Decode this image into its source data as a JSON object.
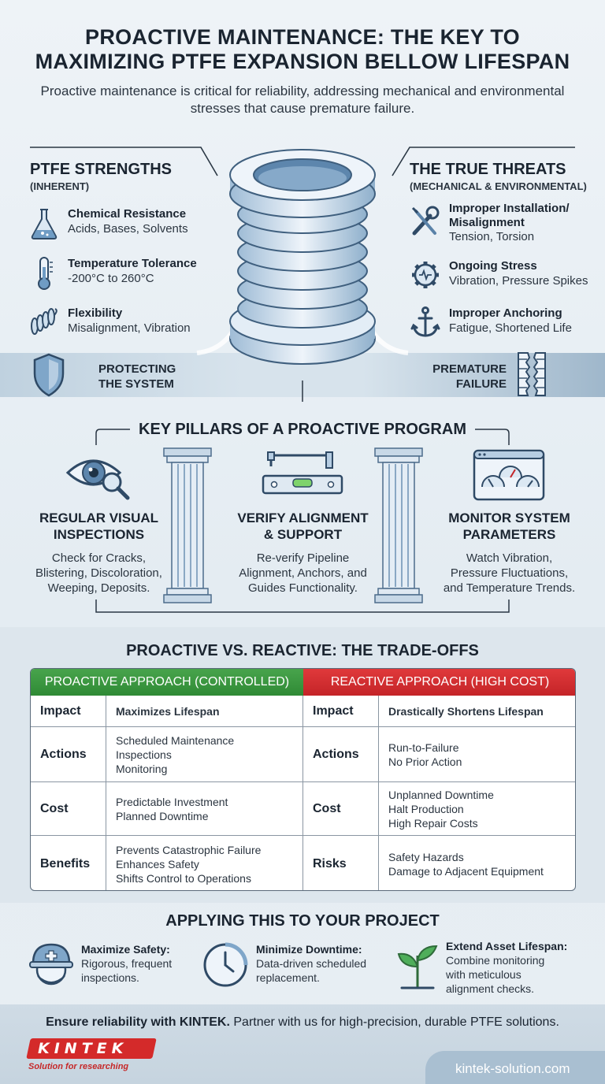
{
  "header": {
    "title_line1": "PROACTIVE MAINTENANCE: THE KEY TO",
    "title_line2": "MAXIMIZING PTFE EXPANSION BELLOW LIFESPAN",
    "subtitle": "Proactive maintenance is critical for reliability, addressing mechanical and environmental stresses that cause premature failure."
  },
  "strengths": {
    "heading": "PTFE STRENGTHS",
    "subheading": "(INHERENT)",
    "items": [
      {
        "title": "Chemical Resistance",
        "desc": "Acids, Bases, Solvents",
        "icon": "flask-icon"
      },
      {
        "title": "Temperature Tolerance",
        "desc": "-200°C to 260°C",
        "icon": "thermometer-icon"
      },
      {
        "title": "Flexibility",
        "desc": "Misalignment, Vibration",
        "icon": "spring-icon"
      }
    ],
    "band_label_line1": "PROTECTING",
    "band_label_line2": "THE SYSTEM"
  },
  "threats": {
    "heading": "THE TRUE THREATS",
    "subheading": "(MECHANICAL & ENVIRONMENTAL)",
    "items": [
      {
        "title_line1": "Improper Installation/",
        "title_line2": "Misalignment",
        "desc": "Tension, Torsion",
        "icon": "wrench-screwdriver-icon"
      },
      {
        "title": "Ongoing Stress",
        "desc": "Vibration, Pressure Spikes",
        "icon": "gear-icon"
      },
      {
        "title": "Improper Anchoring",
        "desc": "Fatigue, Shortened Life",
        "icon": "anchor-icon"
      }
    ],
    "band_label_line1": "PREMATURE",
    "band_label_line2": "FAILURE"
  },
  "pillars": {
    "title": "KEY PILLARS OF A PROACTIVE PROGRAM",
    "items": [
      {
        "h1": "REGULAR VISUAL",
        "h2": "INSPECTIONS",
        "b1": "Check for Cracks,",
        "b2": "Blistering, Discoloration,",
        "b3": "Weeping, Deposits.",
        "icon": "eye-magnifier-icon"
      },
      {
        "h1": "VERIFY ALIGNMENT",
        "h2": "& SUPPORT",
        "b1": "Re-verify Pipeline",
        "b2": "Alignment, Anchors, and",
        "b3": "Guides Functionality.",
        "icon": "level-icon"
      },
      {
        "h1": "MONITOR SYSTEM",
        "h2": "PARAMETERS",
        "b1": "Watch Vibration,",
        "b2": "Pressure Fluctuations,",
        "b3": "and Temperature Trends.",
        "icon": "gauges-icon"
      }
    ]
  },
  "tradeoffs": {
    "title": "PROACTIVE VS. REACTIVE: THE TRADE-OFFS",
    "proactive_header": "PROACTIVE APPROACH (CONTROLLED)",
    "reactive_header": "REACTIVE APPROACH (HIGH COST)",
    "proactive_rows": [
      {
        "key": "Impact",
        "lines": [
          "Maximizes Lifespan"
        ]
      },
      {
        "key": "Actions",
        "lines": [
          "Scheduled Maintenance",
          "Inspections",
          "Monitoring"
        ]
      },
      {
        "key": "Cost",
        "lines": [
          "Predictable Investment",
          "Planned Downtime"
        ]
      },
      {
        "key": "Benefits",
        "lines": [
          "Prevents Catastrophic Failure",
          "Enhances Safety",
          "Shifts Control to Operations"
        ]
      }
    ],
    "reactive_rows": [
      {
        "key": "Impact",
        "lines": [
          "Drastically Shortens Lifespan"
        ]
      },
      {
        "key": "Actions",
        "lines": [
          "Run-to-Failure",
          "No Prior Action"
        ]
      },
      {
        "key": "Cost",
        "lines": [
          "Unplanned Downtime",
          "Halt Production",
          "High Repair Costs"
        ]
      },
      {
        "key": "Risks",
        "lines": [
          "Safety Hazards",
          "Damage to Adjacent Equipment"
        ]
      }
    ],
    "colors": {
      "proactive": "#3a9a40",
      "reactive": "#d32f2f"
    }
  },
  "applying": {
    "title": "APPLYING THIS TO YOUR PROJECT",
    "items": [
      {
        "heading": "Maximize Safety:",
        "b1": "Rigorous, frequent",
        "b2": "inspections.",
        "icon": "hardhat-icon"
      },
      {
        "heading": "Minimize Downtime:",
        "b1": "Data-driven scheduled",
        "b2": "replacement.",
        "icon": "clock-icon"
      },
      {
        "heading": "Extend Asset Lifespan:",
        "b1": "Combine monitoring",
        "b2": "with meticulous",
        "b3": "alignment checks.",
        "icon": "sprout-icon"
      }
    ]
  },
  "footer": {
    "bold": "Ensure reliability with KINTEK.",
    "rest": " Partner with us for high-precision, durable PTFE solutions.",
    "logo": "KINTEK",
    "tagline": "Solution for researching",
    "url": "kintek-solution.com"
  }
}
